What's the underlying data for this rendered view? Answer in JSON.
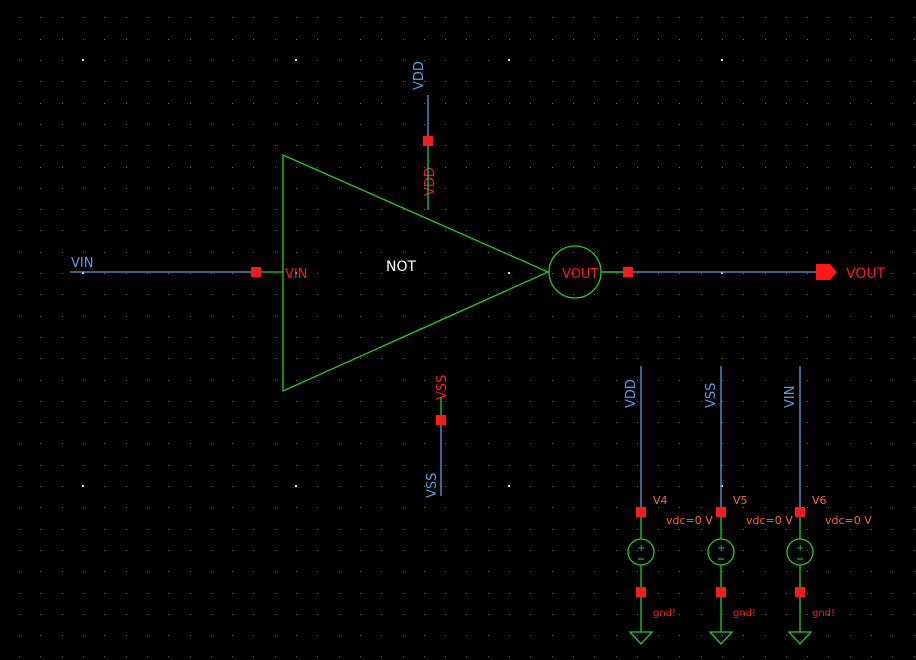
{
  "colors": {
    "background": "#000000",
    "grid_dot": "#bdbdbd",
    "wire": "#5aa0e0",
    "symbol": "#22cc22",
    "pin": "#ff1a1a",
    "instance_label": "#ff6633",
    "net_label": "#5aa0e0",
    "cell_name": "#ffffff"
  },
  "inverter": {
    "cell_name": "NOT",
    "pin_in": "VIN",
    "pin_out": "VOUT",
    "pin_vdd": "VDD",
    "pin_vss": "VSS"
  },
  "nets": {
    "vdd_top": "VDD",
    "vss_bottom": "VSS",
    "vin_left": "VIN",
    "vout_right": "VOUT"
  },
  "sources": [
    {
      "net": "VDD",
      "instance": "V4",
      "param": "vdc=0 V",
      "ground": "gnd!"
    },
    {
      "net": "VSS",
      "instance": "V5",
      "param": "vdc=0 V",
      "ground": "gnd!"
    },
    {
      "net": "VIN",
      "instance": "V6",
      "param": "vdc=0 V",
      "ground": "gnd!"
    }
  ]
}
